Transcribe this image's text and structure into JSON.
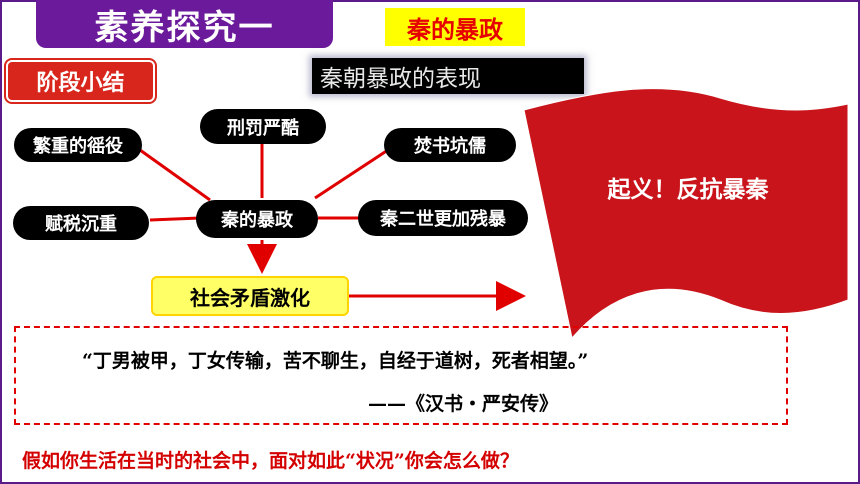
{
  "header": {
    "title": "素养探究一",
    "topic": "秦的暴政"
  },
  "stage_label": "阶段小结",
  "caption": "秦朝暴政的表现",
  "diagram": {
    "center": "秦的暴政",
    "nodes": [
      "繁重的徭役",
      "刑罚严酷",
      "焚书坑儒",
      "赋税沉重",
      "秦二世更加残暴"
    ],
    "result": "社会矛盾激化",
    "flag_text": "起义！反抗暴秦"
  },
  "quote": {
    "text": "“丁男被甲，丁女传输，苦不聊生，自经于道树，死者相望。”",
    "source": "——《汉书・严安传》"
  },
  "question": "假如你生活在当时的社会中，面对如此“状况”你会怎么做？",
  "colors": {
    "title_purple": "#6a1a9a",
    "topic_yellow": "#ffff00",
    "accent_red": "#d9261c",
    "flag_red": "#c8141a"
  }
}
